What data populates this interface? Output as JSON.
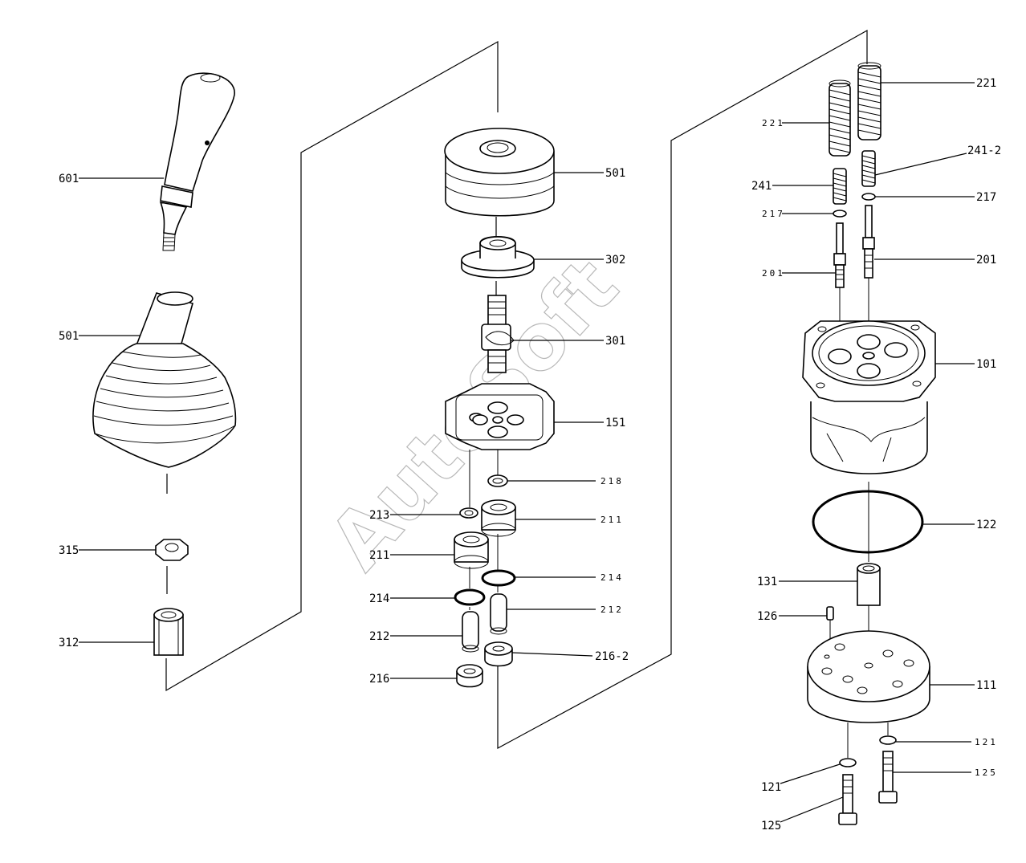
{
  "watermark": "AutoSoft",
  "labels": {
    "l601": "601",
    "l501a": "501",
    "l315": "315",
    "l312": "312",
    "l501b": "501",
    "l302": "302",
    "l301": "301",
    "l151": "151",
    "l218": "218",
    "l213": "213",
    "l211a": "211",
    "l211b": "211",
    "l214a": "214",
    "l214b": "214",
    "l212a": "212",
    "l212b": "212",
    "l216": "216",
    "l2162": "216-2",
    "l221a": "221",
    "l221b": "221",
    "l2412": "241-2",
    "l241": "241",
    "l217a": "217",
    "l217b": "217",
    "l201a": "201",
    "l201b": "201",
    "l101": "101",
    "l122": "122",
    "l131": "131",
    "l126": "126",
    "l111": "111",
    "l121a": "121",
    "l121b": "121",
    "l125a": "125",
    "l125b": "125"
  }
}
